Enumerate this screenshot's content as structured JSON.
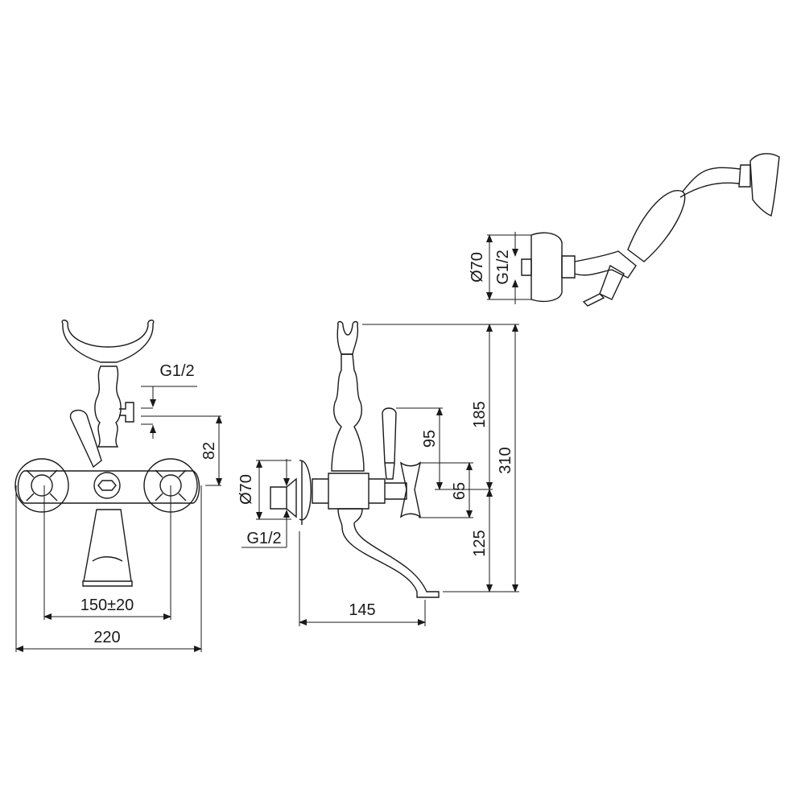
{
  "drawing": {
    "front_view": {
      "thread": "G1/2",
      "height_82": "82",
      "spacing": "150±20",
      "width": "220"
    },
    "side_view": {
      "diameter": "Ø70",
      "thread": "G1/2",
      "projection": "145",
      "h185": "185",
      "h310": "310",
      "h95": "95",
      "h65": "65",
      "h125": "125"
    },
    "shower_view": {
      "diameter": "Ø70",
      "thread": "G1/2"
    }
  },
  "colors": {
    "line": "#1a1a1a",
    "background": "#ffffff"
  }
}
